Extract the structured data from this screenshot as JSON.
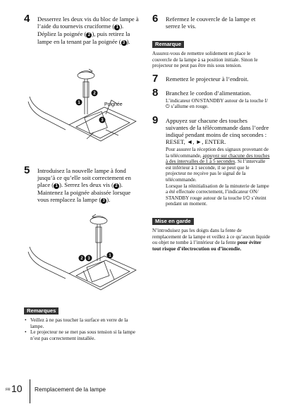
{
  "step4": {
    "num": "4",
    "a": "Desserrez les deux vis du bloc de lampe à l’aide du tournevis cruciforme (",
    "b": "). Dépliez la poignée (",
    "c": "), puis retirez la lampe en la tenant par la poignée (",
    "d": ")."
  },
  "illus1": {
    "label": "Poignée"
  },
  "step5": {
    "num": "5",
    "a": "Introduisez la nouvelle lampe à fond jusqu’à ce qu’elle soit correctement en place (",
    "b": "). Serrez les deux vis (",
    "c": "). Maintenez la poignée abaissée lorsque vous remplacez la lampe (",
    "d": ")."
  },
  "remarques": {
    "title": "Remarques",
    "items": [
      "Veillez à ne pas toucher la surface en verre de la lampe.",
      "Le projecteur ne se met pas sous tension si la lampe n’est pas correctement installée."
    ]
  },
  "step6": {
    "num": "6",
    "text": "Refermez le couvercle de la lampe et serrez le vis."
  },
  "remarque": {
    "title": "Remarque",
    "text": "Assurez-vous de remettre solidement en place le couvercle de la lampe à sa position initiale. Sinon le projecteur ne peut pas être mis sous tension."
  },
  "step7": {
    "num": "7",
    "text": "Remettez le projecteur à l’endroit."
  },
  "step8": {
    "num": "8",
    "text": "Branchez le cordon d’alimentation.",
    "sub": "L’indicateur ON/STANDBY autour de la touche I/⏻ s’allume en rouge."
  },
  "step9": {
    "num": "9",
    "text": "Appuyez sur chacune des touches suivantes de la télécommande dans l’ordre indiqué pendant moins de cinq secondes : RESET, ◄, ►, ENTER.",
    "sub_a": "Pour assurer la réception des signaux provenant de la télécommande, ",
    "sub_u": "appuyez sur chacune des touches à des intervalles de 1 à 5 secondes",
    "sub_b": ". Si l’intervalle est inférieur à 1 seconde, il se peut que le projecteur ne reçoive pas le signal de la télécommande.",
    "sub2": "Lorsque la réinitialisation de la minuterie de lampe a été effectuée correctement, l’indicateur ON/ STANDBY rouge autour de la touche I/⏻ s’éteint pendant un moment."
  },
  "mise": {
    "title": "Mise en garde",
    "a": "N’introduisez pas les doigts dans la fente de remplacement de la lampe et veillez à ce qu’aucun liquide ou objet ne tombe à l’intérieur de la fente ",
    "b": "pour éviter tout risque d’électrocution ou d’incendie."
  },
  "footer": {
    "lang": "FR",
    "page": "10",
    "title": "Remplacement de la lampe"
  },
  "nums": {
    "n1": "1",
    "n2": "2",
    "n3": "3"
  }
}
